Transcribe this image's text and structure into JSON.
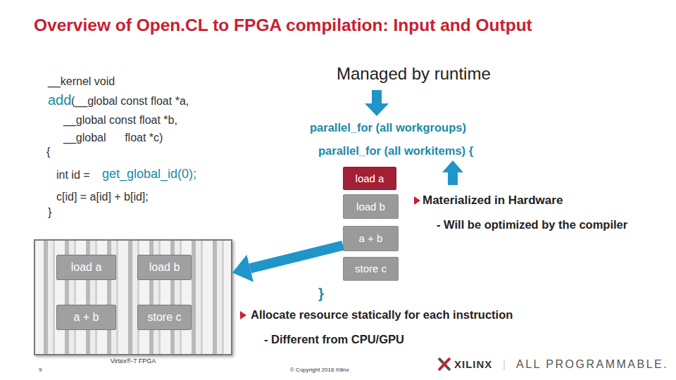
{
  "diagram": {
    "title": "Overview of Open.CL to FPGA compilation: Input and Output",
    "nodes": [
      {
        "text": [
          "load a"
        ]
      },
      {
        "text": [
          "load b"
        ]
      },
      {
        "text": [
          "a + b"
        ]
      },
      {
        "text": [
          "store c"
        ]
      },
      {
        "text": [
          "Virtex®-7 FPGA"
        ]
      },
      {
        "text": [
          "load a"
        ],
        "in": 4
      },
      {
        "text": [
          "load b"
        ],
        "in": 4
      },
      {
        "text": [
          "a + b"
        ],
        "in": 4
      },
      {
        "text": [
          "store c"
        ],
        "in": 4
      }
    ],
    "edges": [
      {
        "from": 2,
        "to": 4,
        "arrow": "to"
      }
    ],
    "labels": [
      "__kernel void",
      "add",
      "(__global const float *a,",
      "__global const float *b,",
      "__global      float *c)",
      "{",
      "int id =",
      "get_global_id(0);",
      "c[id] = a[id] + b[id];",
      "}",
      "Managed by runtime",
      "parallel_for (all workgroups)",
      "parallel_for (all workitems) {",
      "Materialized in Hardware",
      "- Will be optimized by the compiler",
      "}",
      "Allocate resource statically for each instruction",
      "- Different from CPU/GPU",
      "9",
      "© Copyright 2016 Xilinx",
      "XILINX",
      "ALL PROGRAMMABLE."
    ]
  }
}
